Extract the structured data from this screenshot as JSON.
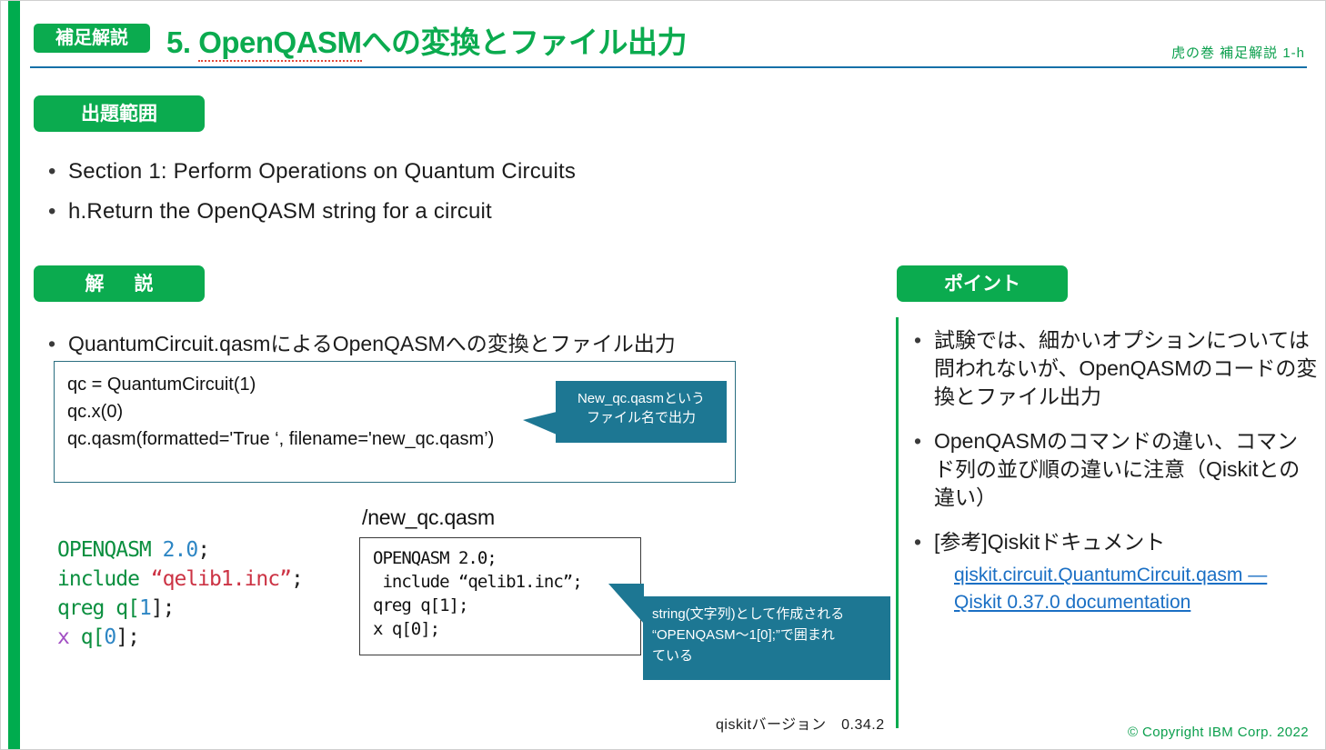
{
  "header": {
    "badge": "補足解説",
    "title_prefix": "5.",
    "title_underlined": "OpenQASM",
    "title_rest": "への変換とファイル出力",
    "right_label": "虎の巻 補足解説 1-h"
  },
  "scope": {
    "badge": "出題範囲",
    "items": [
      "Section 1: Perform Operations on Quantum Circuits",
      "h.Return the OpenQASM string for a circuit"
    ]
  },
  "explanation": {
    "badge": "解　説",
    "items": [
      "QuantumCircuit.qasmによるOpenQASMへの変換とファイル出力"
    ],
    "code_block": "qc = QuantumCircuit(1)\nqc.x(0)\nqc.qasm(formatted='True ‘, filename='new_qc.qasm’)",
    "callout1": "New_qc.qasmという\nファイル名で出力",
    "qasm_output": {
      "line1_kw": "OPENQASM",
      "line1_num": "2.0",
      "line1_pn": ";",
      "line2_kw": "include",
      "line2_str": "“qelib1.inc”",
      "line2_pn": ";",
      "line3_kw": "qreg q[",
      "line3_num": "1",
      "line3_pn": "];",
      "line4_gate": "x",
      "line4_kw": " q[",
      "line4_num": "0",
      "line4_pn": "];"
    },
    "file_label": "/new_qc.qasm",
    "file_contents": "OPENQASM 2.0;\n include “qelib1.inc”;\nqreg q[1];\nx q[0];",
    "callout2": "string(文字列)として作成される\n“OPENQASM〜1[0];”で囲まれ\nている",
    "version_note": "qiskitバージョン　0.34.2"
  },
  "point": {
    "badge": "ポイント",
    "items": [
      "試験では、細かいオプションについては問われないが、OpenQASMのコードの変換とファイル出力",
      "OpenQASMのコマンドの違い、コマンド列の並び順の違いに注意（Qiskitとの違い）",
      "[参考]Qiskitドキュメント"
    ],
    "doc_link": "qiskit.circuit.QuantumCircuit.qasm ― Qiskit 0.37.0 documentation"
  },
  "footer": {
    "copyright": "© Copyright IBM Corp. 2022"
  },
  "colors": {
    "brand_green": "#0bab4f",
    "callout_teal": "#1d7793",
    "rule_blue": "#1670a8",
    "link_blue": "#1a6fc4"
  }
}
